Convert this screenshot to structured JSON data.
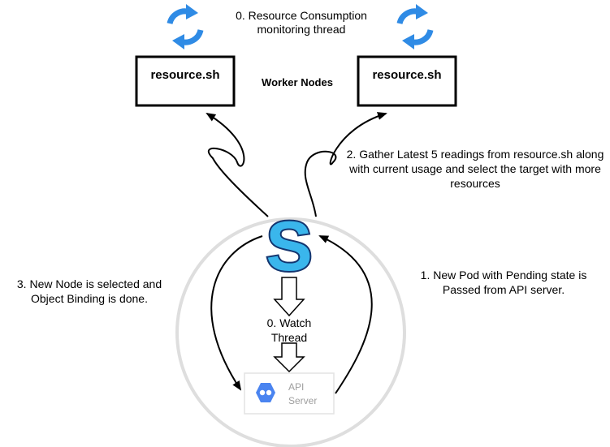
{
  "labels": {
    "monitoring_line1": "0. Resource Consumption",
    "monitoring_line2": "monitoring thread",
    "worker_nodes": "Worker Nodes",
    "gather_line1": "2. Gather Latest 5 readings from resource.sh along",
    "gather_line2": "with current usage and select the target with more",
    "gather_line3": "resources",
    "new_node_line1": "3. New Node is selected and",
    "new_node_line2": "Object Binding is done.",
    "new_pod_line1": "1. New Pod with Pending state is",
    "new_pod_line2": "Passed from API server.",
    "watch_line1": "0. Watch",
    "watch_line2": "Thread"
  },
  "nodes": {
    "left_node": "resource.sh",
    "right_node": "resource.sh",
    "scheduler_glyph": "S",
    "api_line1": "API",
    "api_line2": "Server"
  },
  "colors": {
    "refresh_icon": "#2f8be5",
    "scheduler_fill": "#3ab6ec",
    "scheduler_stroke": "#14356f",
    "circle_stroke": "#dedede",
    "api_icon": "#4a84f0",
    "api_text": "#9e9e9e"
  },
  "icons": [
    "refresh-icon",
    "scheduler-logo-icon",
    "api-server-icon",
    "arrow-down-icon"
  ]
}
